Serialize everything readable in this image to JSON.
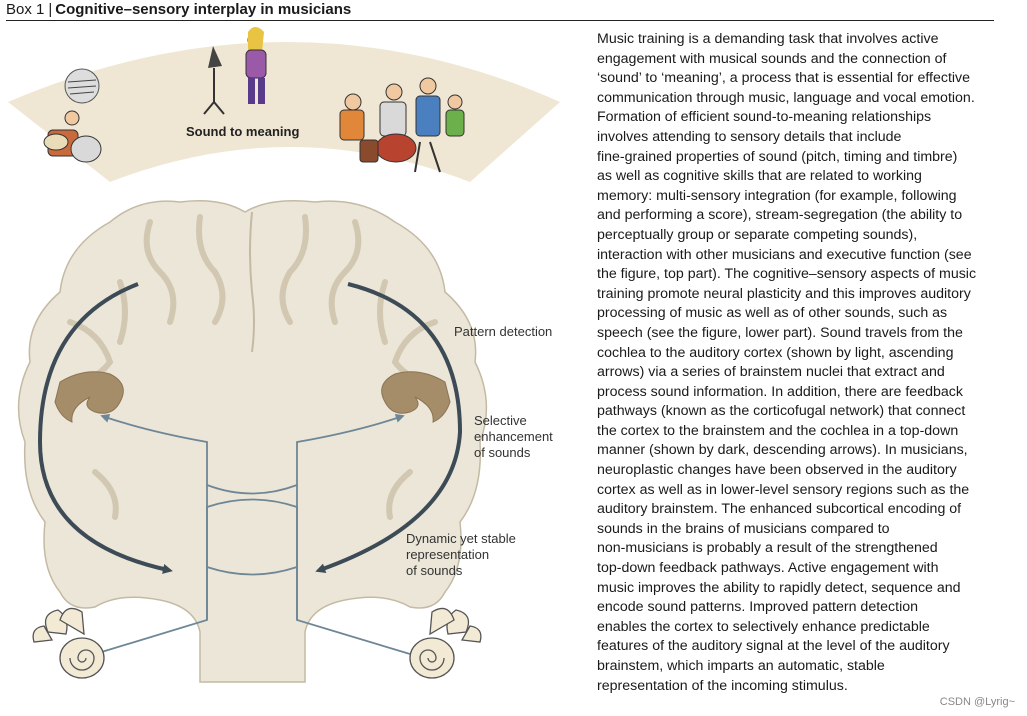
{
  "header": {
    "box_label": "Box 1",
    "separator": "|",
    "title": "Cognitive–sensory interplay in musicians"
  },
  "figure": {
    "top_label": "Sound to meaning",
    "labels": {
      "pattern_detection": "Pattern detection",
      "selective_enhancement": "Selective\nenhancement\nof sounds",
      "dynamic_representation": "Dynamic yet stable\nrepresentation\nof sounds"
    },
    "colors": {
      "brain_fill": "#ece6d8",
      "brain_stroke": "#bfb5a0",
      "auditory_cortex": "#a58d6a",
      "ascending_arrow": "#6e8796",
      "descending_arrow": "#3d4b56"
    }
  },
  "body_text": "Music training is a demanding task that involves active\nengagement with musical sounds and the connection of\n‘sound’ to ‘meaning’, a process that is essential for effective\ncommunication through music, language and vocal emotion.\nFormation of efficient sound-to-meaning relationships\ninvolves attending to sensory details that include\nfine-grained properties of sound (pitch, timing and timbre)\nas well as cognitive skills that are related to working\nmemory: multi-sensory integration (for example, following\nand performing a score), stream-segregation (the ability to\nperceptually group or separate competing sounds),\ninteraction with other musicians and executive function (see\nthe figure, top part). The cognitive–sensory aspects of music\ntraining promote neural plasticity and this improves auditory\nprocessing of music as well as of other sounds, such as\nspeech (see the figure, lower part). Sound travels from the\ncochlea to the auditory cortex (shown by light, ascending\narrows) via a series of brainstem nuclei that extract and\nprocess sound information. In addition, there are feedback\npathways (known as the corticofugal network) that connect\nthe cortex to the brainstem and the cochlea in a top-down\nmanner (shown by dark, descending arrows). In musicians,\nneuroplastic changes have been observed in the auditory\ncortex as well as in lower-level sensory regions such as the\nauditory brainstem. The enhanced subcortical encoding of\nsounds in the brains of musicians compared to\nnon-musicians is probably a result of the strengthened\ntop-down feedback pathways. Active engagement with\nmusic improves the ability to rapidly detect, sequence and\nencode sound patterns. Improved pattern detection\nenables the cortex to selectively enhance predictable\nfeatures of the auditory signal at the level of the auditory\nbrainstem, which imparts an automatic, stable\nrepresentation of the incoming stimulus.",
  "watermark": "CSDN @Lyrig~"
}
